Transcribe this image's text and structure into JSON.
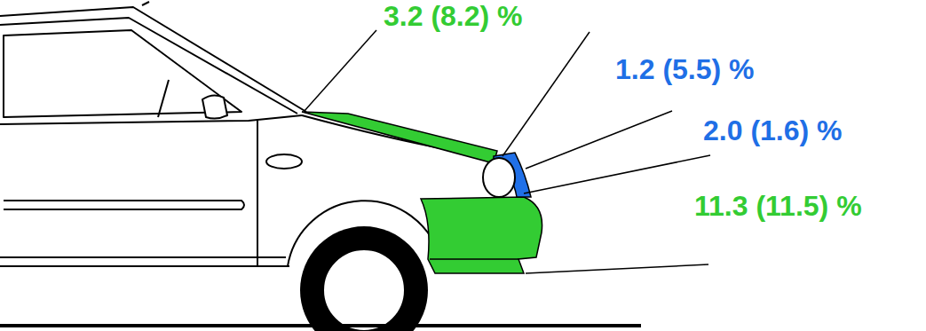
{
  "diagram": {
    "labels": [
      "3.2 (8.2) %",
      "1.2 (5.5) %",
      "2.0 (1.6) %",
      "11.3 (11.5) %"
    ]
  }
}
